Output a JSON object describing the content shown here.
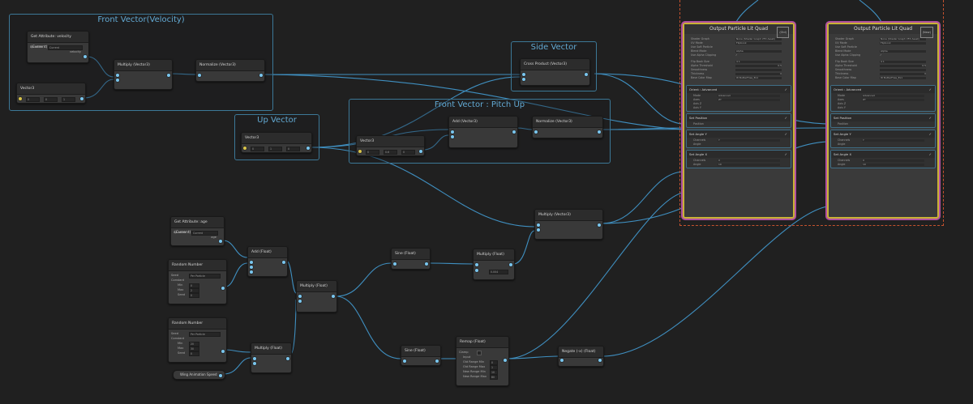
{
  "groups": {
    "front_vector": "Front Vector(Velocity)",
    "side_vector": "Side Vector",
    "up_vector": "Up Vector",
    "pitch_up": "Front Vector : Pitch Up"
  },
  "nodes": {
    "get_velocity": {
      "title": "Get Attribute: velocity (Current)",
      "row1_label": "Location",
      "row1_value": "Current",
      "out_label": "velocity"
    },
    "vector3_a": {
      "title": "Vector3",
      "x": "0",
      "y": "0",
      "z": "1"
    },
    "multiply_v3_a": {
      "title": "Multiply (Vector3)"
    },
    "normalize_v3_a": {
      "title": "Normalize (Vector3)"
    },
    "cross_product": {
      "title": "Cross Product (Vector3)"
    },
    "vector3_up": {
      "title": "Vector3",
      "x": "0",
      "y": "1",
      "z": "0"
    },
    "vector3_c": {
      "title": "Vector3",
      "x": "0",
      "y": "0.6",
      "z": "0"
    },
    "add_v3": {
      "title": "Add (Vector3)"
    },
    "normalize_v3_b": {
      "title": "Normalize (Vector3)"
    },
    "multiply_v3_b": {
      "title": "Multiply (Vector3)"
    },
    "get_age": {
      "title": "Get Attribute: age (Current)",
      "row1_label": "Location",
      "row1_value": "Current",
      "out_label": "age"
    },
    "random_a": {
      "title": "Random Number",
      "seed_label": "Seed",
      "seed_value": "Per Particle",
      "const_label": "Constant",
      "min_label": "Min",
      "min_value": "0",
      "max_label": "Max",
      "max_value": "2",
      "hash_label": "Seed",
      "hash_value": "0"
    },
    "random_b": {
      "title": "Random Number",
      "seed_label": "Seed",
      "seed_value": "Per Particle",
      "const_label": "Constant",
      "min_label": "Min",
      "min_value": "20",
      "max_label": "Max",
      "max_value": "30",
      "hash_label": "Seed",
      "hash_value": "0"
    },
    "wing_anim": {
      "title": "Wing Animation Speed"
    },
    "add_float": {
      "title": "Add (Float)"
    },
    "multiply_f_a": {
      "title": "Multiply (Float)"
    },
    "multiply_f_b": {
      "title": "Multiply (Float)"
    },
    "sine_float": {
      "title": "Sine (Float)"
    },
    "multiply_f_c": {
      "title": "Multiply (Float)",
      "val": "0.004"
    },
    "sine_float_b": {
      "title": "Sine (Float)"
    },
    "remap": {
      "title": "Remap (Float)",
      "clamp": "Clamp",
      "in_label": "Input",
      "old_min": "Old Range Min",
      "old_min_v": "0",
      "old_max": "Old Range Max",
      "old_max_v": "1",
      "new_min": "New Range Min",
      "new_min_v": "10",
      "new_max": "New Range Max",
      "new_max_v": "80"
    },
    "negate": {
      "title": "Negate (-x) (Float)"
    }
  },
  "contexts": [
    {
      "title": "Output Particle Lit Quad",
      "badge": "(Old)",
      "props": [
        {
          "label": "Shader Graph",
          "value": "None (Shader Graph VFX Asset)"
        },
        {
          "label": "UV Mode",
          "value": "Flipbook"
        },
        {
          "label": "Use Soft Particle",
          "value": ""
        },
        {
          "label": "Blend Mode",
          "value": "Alpha"
        },
        {
          "label": "Use Alpha Clipping",
          "value": "✓"
        }
      ],
      "props2": [
        {
          "label": "Flip Book Size",
          "value": "4    1"
        },
        {
          "label": "Alpha Threshold",
          "value": "0.5"
        },
        {
          "label": "Smoothness",
          "value": ""
        },
        {
          "label": "Thickness",
          "value": "0"
        },
        {
          "label": "Base Color Map",
          "value": "W ButterFlies_Ex1"
        }
      ],
      "blocks": [
        {
          "title": "Orient : Advanced",
          "rows": [
            {
              "l": "Mode",
              "v": "Advanced"
            },
            {
              "l": "Axes",
              "v": "ZY"
            },
            {
              "l": "Axis Z",
              "v": ""
            },
            {
              "l": "Axis Y",
              "v": ""
            }
          ]
        },
        {
          "title": "Set Position",
          "rows": [
            {
              "l": "Position",
              "v": ""
            }
          ]
        },
        {
          "title": "Set Angle Y",
          "rows": [
            {
              "l": "Channels",
              "v": "Y"
            },
            {
              "l": "Angle",
              "v": ""
            }
          ]
        },
        {
          "title": "Set Angle X",
          "rows": [
            {
              "l": "Channels",
              "v": "X"
            },
            {
              "l": "Angle",
              "v": "10"
            }
          ]
        }
      ]
    },
    {
      "title": "Output Particle Lit Quad",
      "badge": "(New)",
      "props": [
        {
          "label": "Shader Graph",
          "value": "None (Shader Graph VFX Asset)"
        },
        {
          "label": "UV Mode",
          "value": "Flipbook"
        },
        {
          "label": "Use Soft Particle",
          "value": ""
        },
        {
          "label": "Blend Mode",
          "value": "Alpha"
        },
        {
          "label": "Use Alpha Clipping",
          "value": "✓"
        }
      ],
      "props2": [
        {
          "label": "Flip Book Size",
          "value": "4    1"
        },
        {
          "label": "Alpha Threshold",
          "value": "0.5"
        },
        {
          "label": "Smoothness",
          "value": ""
        },
        {
          "label": "Thickness",
          "value": "0"
        },
        {
          "label": "Base Color Map",
          "value": "W ButterFlies_Ex1"
        }
      ],
      "blocks": [
        {
          "title": "Orient : Advanced",
          "rows": [
            {
              "l": "Mode",
              "v": "Advanced"
            },
            {
              "l": "Axes",
              "v": "ZY"
            },
            {
              "l": "Axis Z",
              "v": ""
            },
            {
              "l": "Axis Y",
              "v": ""
            }
          ]
        },
        {
          "title": "Set Position",
          "rows": [
            {
              "l": "Position",
              "v": ""
            }
          ]
        },
        {
          "title": "Set Angle Y",
          "rows": [
            {
              "l": "Channels",
              "v": "Y"
            },
            {
              "l": "Angle",
              "v": ""
            }
          ]
        },
        {
          "title": "Set Angle X",
          "rows": [
            {
              "l": "Channels",
              "v": "X"
            },
            {
              "l": "Angle",
              "v": "10"
            }
          ]
        }
      ]
    }
  ]
}
